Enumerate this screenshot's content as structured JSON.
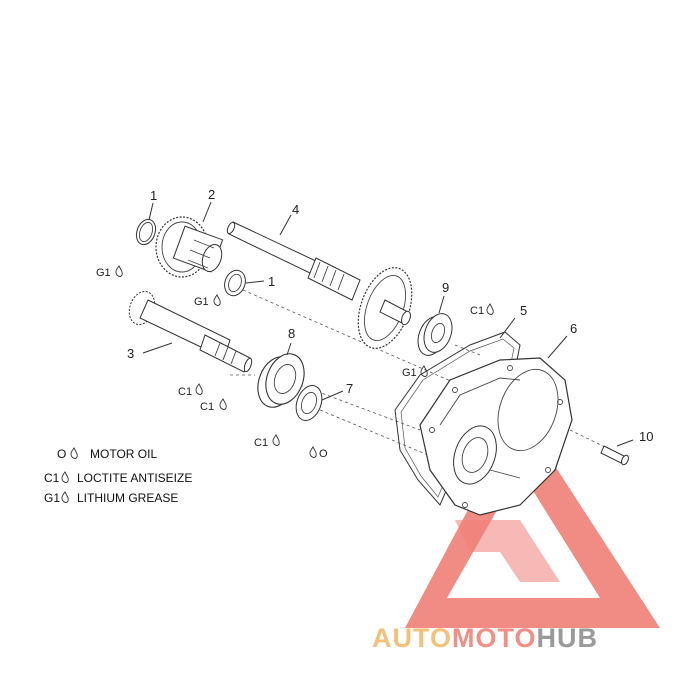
{
  "parts": {
    "p1a": "1",
    "p1b": "1",
    "p2": "2",
    "p3": "3",
    "p4": "4",
    "p5": "5",
    "p6": "6",
    "p7": "7",
    "p8": "8",
    "p9": "9",
    "p10": "10"
  },
  "marks": {
    "g1_gear": "G1",
    "g1_shaft": "G1",
    "g1_bearing9": "G1",
    "c1_bearing9": "C1",
    "c1_shaft3a": "C1",
    "c1_shaft3b": "C1",
    "c1_bearing8": "C1",
    "o_seal7": "O"
  },
  "legend": [
    {
      "code": "O",
      "text": "MOTOR OIL"
    },
    {
      "code": "C1",
      "text": "LOCTITE ANTISEIZE"
    },
    {
      "code": "G1",
      "text": "LITHIUM GREASE"
    }
  ],
  "watermark": {
    "part1": "AUTO",
    "part2": "MOTO",
    "part3": "HUB",
    "color1": "#f2c27a",
    "color2": "#ef8f86",
    "color3": "#9a9a9a",
    "triangle_color": "#f07f78"
  }
}
